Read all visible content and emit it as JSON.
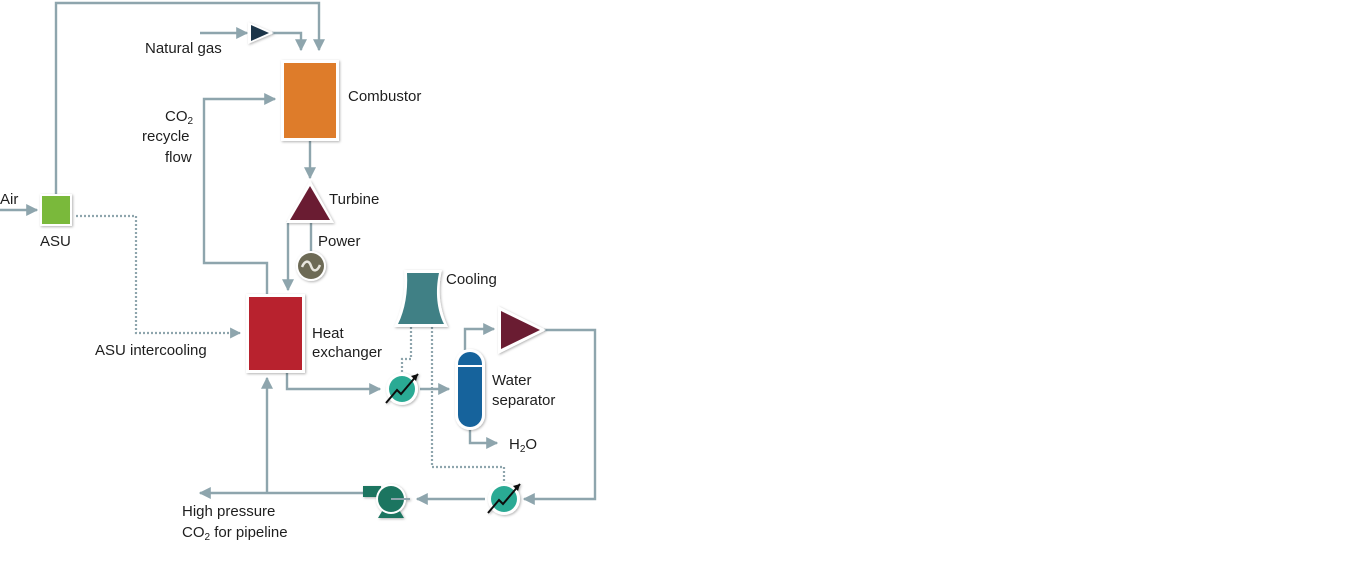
{
  "title": "Natural gas oxy-combustion CO2 cycle process diagram",
  "colors": {
    "pipe": "#8ea5ad",
    "asu": "#7ab93a",
    "combustor": "#de7b2c",
    "turbine": "#6b1d33",
    "heat_exchanger": "#b8232e",
    "cooling_tower": "#3f8085",
    "water_separator": "#17649c",
    "heat_exchanger_small": "#2aaa94",
    "generator": "#6d6a55",
    "pump": "#1f7560",
    "natural_gas_valve": "#1d3448",
    "compressor": "#6b1d33"
  },
  "labels": {
    "air": "Air",
    "asu": "ASU",
    "natural_gas": "Natural gas",
    "combustor": "Combustor",
    "co2_recycle_line1": "CO",
    "co2_recycle_sub": "2",
    "co2_recycle_line2": "recycle",
    "co2_recycle_line3": "flow",
    "turbine": "Turbine",
    "power": "Power",
    "cooling": "Cooling",
    "heat_exchanger_line1": "Heat",
    "heat_exchanger_line2": "exchanger",
    "asu_intercooling": "ASU intercooling",
    "water_separator_line1": "Water",
    "water_separator_line2": "separator",
    "h2o_h": "H",
    "h2o_sub": "2",
    "h2o_o": "O",
    "hp_line1": "High pressure",
    "hp_line2_co": "CO",
    "hp_line2_sub": "2",
    "hp_line2_rest": " for pipeline"
  },
  "components": [
    {
      "id": "asu",
      "name": "ASU"
    },
    {
      "id": "combustor",
      "name": "Combustor"
    },
    {
      "id": "turbine",
      "name": "Turbine"
    },
    {
      "id": "generator",
      "name": "Power"
    },
    {
      "id": "heat-exchanger",
      "name": "Heat exchanger"
    },
    {
      "id": "cooling-tower",
      "name": "Cooling"
    },
    {
      "id": "water-separator",
      "name": "Water separator"
    },
    {
      "id": "compressor",
      "name": "Compressor"
    },
    {
      "id": "cooler-1",
      "name": "Cooler"
    },
    {
      "id": "cooler-2",
      "name": "Cooler"
    },
    {
      "id": "pump",
      "name": "Pump"
    }
  ]
}
